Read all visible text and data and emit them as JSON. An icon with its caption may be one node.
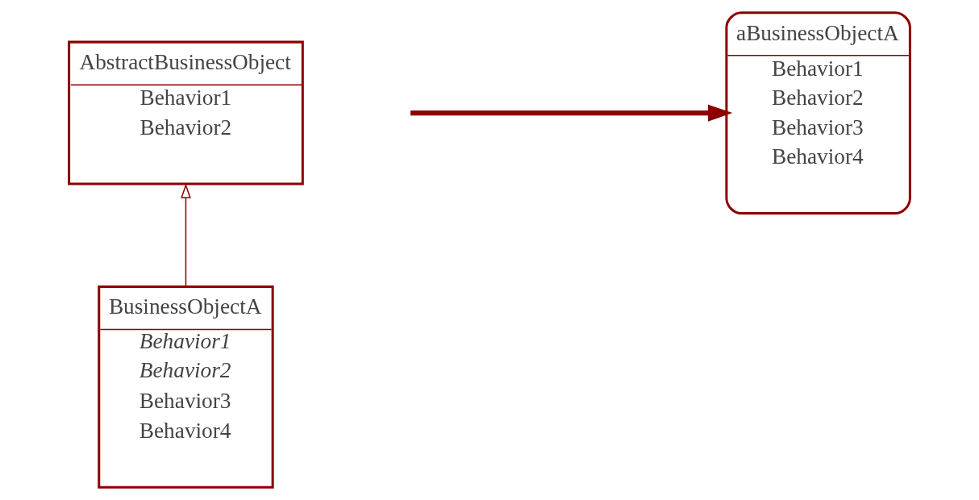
{
  "diagram": {
    "nodes": [
      {
        "text": [
          "AbstractBusinessObject",
          "Behavior1",
          "Behavior2"
        ]
      },
      {
        "text": [
          "BusinessObjectA",
          "*Behavior1*",
          "*Behavior2*",
          "Behavior3",
          "Behavior4"
        ]
      },
      {
        "text": [
          "aBusinessObjectA",
          "Behavior1",
          "Behavior2",
          "Behavior3",
          "Behavior4"
        ]
      }
    ],
    "edges": [
      {
        "from": 1,
        "to": 0,
        "arrow": "to"
      },
      {
        "from": null,
        "to": 2,
        "arrow": "to",
        "style": "thick"
      }
    ]
  }
}
